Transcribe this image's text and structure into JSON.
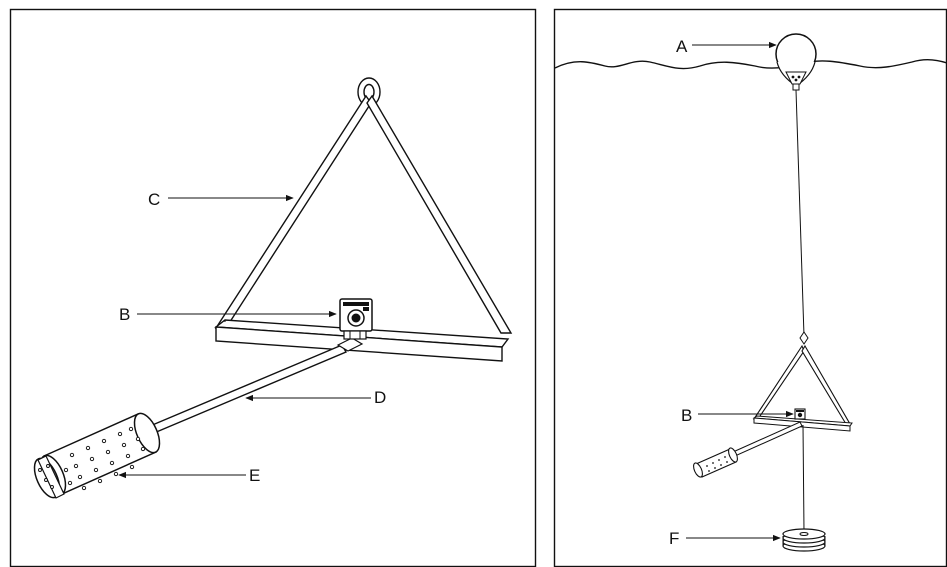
{
  "labels": {
    "a": "A",
    "b_left": "B",
    "c": "C",
    "d": "D",
    "e": "E",
    "b_right": "B",
    "f": "F"
  },
  "colors": {
    "ink": "#111111",
    "background": "#ffffff"
  }
}
